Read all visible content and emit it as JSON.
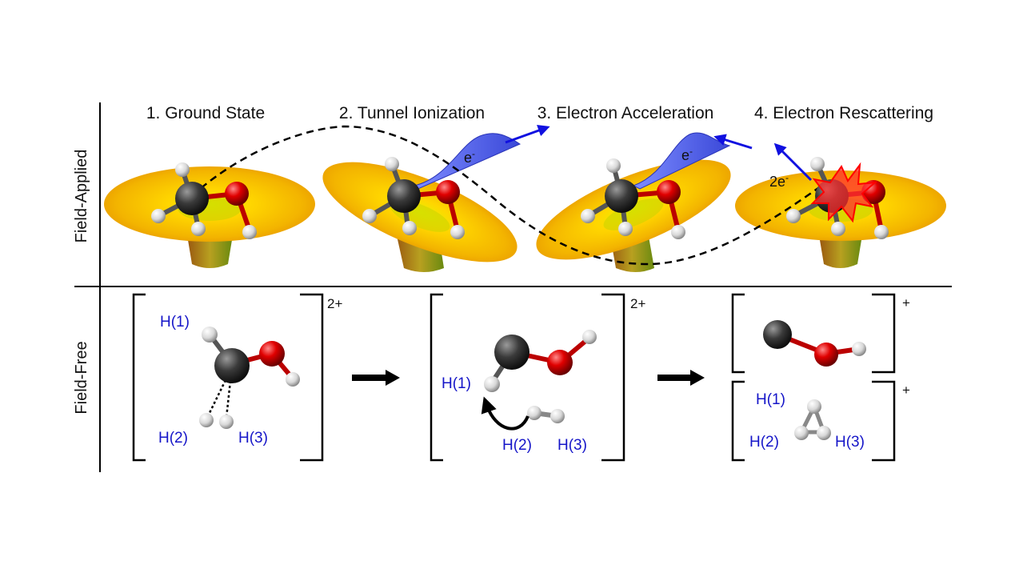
{
  "rows": {
    "top_label": "Field-Applied",
    "bottom_label": "Field-Free"
  },
  "steps": [
    {
      "title": "1. Ground State"
    },
    {
      "title": "2. Tunnel Ionization"
    },
    {
      "title": "3. Electron Acceleration"
    },
    {
      "title": "4. Electron Rescattering"
    }
  ],
  "electron_labels": {
    "ionization": "e",
    "acceleration": "e",
    "superscript": "-",
    "rescattering": "2e",
    "rescattering_superscript": "-"
  },
  "field_free": {
    "frame1": {
      "charge": "2+",
      "h1": "H(1)",
      "h2": "H(2)",
      "h3": "H(3)"
    },
    "frame2": {
      "charge": "2+",
      "h1": "H(1)",
      "h2": "H(2)",
      "h3": "H(3)"
    },
    "frame3_top": {
      "charge": "+"
    },
    "frame3_bottom": {
      "charge": "+",
      "h1": "H(1)",
      "h2": "H(2)",
      "h3": "H(3)"
    }
  },
  "colors": {
    "carbon": "#3a3a3a",
    "oxygen": "#d40000",
    "hydrogen": "#e8e8e8",
    "field_surface": "#f2c200",
    "electron_wavepacket": "#5a6cf0",
    "arrow_blue": "#1010e0",
    "label_blue": "#1515c8",
    "explosion": "#ff2a2a"
  }
}
